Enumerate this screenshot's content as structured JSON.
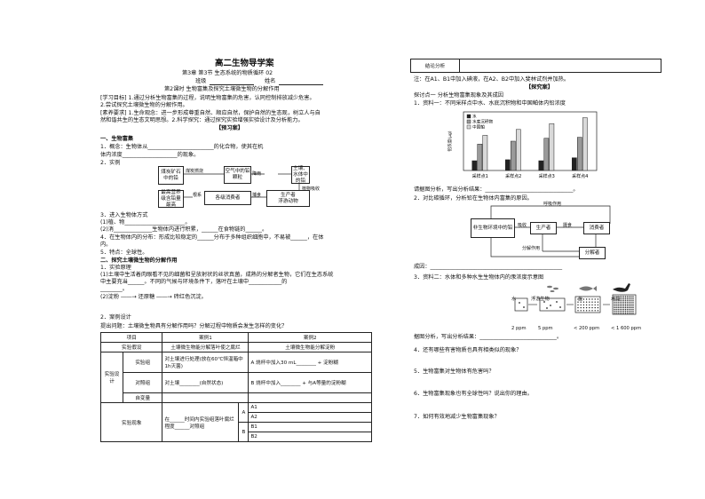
{
  "header": {
    "title": "高二生物导学案",
    "chapter": "第3章 第3节 生态系统的物质循环 02",
    "class_label": "班级",
    "name_label": "姓名",
    "lesson": "第2课时 生物富集及探究土壤微生物的分解作用"
  },
  "goals": [
    "[学习目标] 1.通过分析生物富集的过程，说明生物富集的危害，认同控制排放减少危害。",
    "2.尝试探究土壤微生物的分解作用。",
    "[素养要求] 1.生命观念：进一步形成尊重自然、顺应自然，保护自然的生态观，树立人与自",
    "然和谐共生的生态文明思想。2.科学探究：通过探究实验增强实验设计及分析能力。",
    "【预习案】"
  ],
  "left": {
    "s1": "一、生物富集",
    "q1a": "1．概念：生物体从________________________的化合物，使其在机",
    "q1b": "体内浓度____________________的现象。",
    "q2": "2．实例",
    "flow": [
      "煤炭燃烧",
      "空气中的铅颗粒",
      "降雨",
      "土壤、水体中的铅",
      "植物吸收",
      "生产者",
      "浮游动物",
      "根系",
      "各级消费者",
      "最高营养级含铅量最高",
      "捕食"
    ],
    "q3": "3．进入生物体方式",
    "q3a": "(1)植、物______________________。",
    "q3b": "(2)消______________生物体内进行积累，______在食物链的______。",
    "q4": "4．在生物体内的分布：形成比较稳定的______分布于多种组织细胞中，不易被______，在体",
    "q4b": "内。",
    "q5": "5．特点：全球性。",
    "s2": "二、探究土壤微生物的分解作用",
    "s2a": "1．实验原理",
    "s2b": "(1)土壤中生活着肉眼看不见的细菌和呈放射状的丝状真菌，成熟的分解者生物，它们在生态系统",
    "s2c": "中主要充当______。不同的气候与环境条件下，落叶在土壤中____________的",
    "s2d": "________。",
    "s2e": "(2)淀粉 ――→ 还原糖 ――→ 砖红色沉淀。",
    "s2f": "2．案例设计",
    "s2g": "提出问题：土壤微生物具有分解作用吗？分解过程中物质会发生怎样的变化？",
    "table": {
      "h": [
        "项目",
        "案例1",
        "案例2"
      ],
      "r1": [
        "实验假设",
        "土壤微生物能分解落叶使之腐烂",
        "土壤微生物能分解淀粉"
      ],
      "r2a": "实验组",
      "r2b": "对土壤进行处理(放在60℃恒温箱中1h灭菌)",
      "r2c": "A 烧杯中加入30 mL________ + 淀粉糊",
      "r3a": "对照组",
      "r3b": "对土壤________(自然状态)",
      "r3c": "B 烧杯中加入________ + 与A等量的淀粉糊",
      "r4a": "自变量",
      "r5a": "实验现象",
      "r5b": "在______时间内实验组落叶腐烂程度______对照组",
      "sub": [
        "A",
        "A1",
        "A2",
        "B",
        "B1",
        "B2"
      ],
      "design": "实验设计"
    }
  },
  "right": {
    "conclusion": "结论分析",
    "note": "注：在A1、B1中加入碘液，在A2、B2中加入斐林试剂并加热。",
    "explore": "【探究案】",
    "t1": "探讨点一  分析生物富集现象及其成因",
    "r1": "1．资料一：不同采样点中水、水底沉积物和中国鲌体内铅浓度",
    "chart_data": {
      "type": "bar",
      "legend": [
        "水",
        "水底沉积物",
        "中国鲌"
      ],
      "categories": [
        "采样点1",
        "采样点2",
        "采样点3",
        "采样点4"
      ],
      "series": [
        {
          "name": "水",
          "values": [
            1.0,
            1.1,
            1.0,
            1.3
          ]
        },
        {
          "name": "水底沉积物",
          "values": [
            2.7,
            3.0,
            3.3,
            3.4
          ]
        },
        {
          "name": "中国鲌",
          "values": [
            3.6,
            4.2,
            4.8,
            5.4
          ]
        }
      ],
      "ylabel": "铅浓度(μg)",
      "ylim": [
        0,
        6
      ]
    },
    "r2": "请据图分析，写出分析结果：________________________________。",
    "r3": "2．对比碳循环，分析铅在生物体内富集的原因。",
    "diag": {
      "top": "呼吸作用",
      "src": "非生物环境中的铅",
      "a": "吸收",
      "p": "生产者",
      "b": "摄食",
      "c": "消费者",
      "d": "分解作用",
      "e": "分解者"
    },
    "r4": "成因：________________________________________________",
    "r5": "3．资料二：水体和多种水生生物体内的汞浓度示意图",
    "conc": [
      "水",
      "浮游生物",
      "鱼",
      "水鸟",
      "2 ppm",
      "5 ppm",
      "< 200 ppm",
      "< 1 600 ppm"
    ],
    "r6": "据图分析，写出分析结果：____________________________。",
    "q4": "4．还有哪些有害物质也具有相类似的现象？",
    "q5": "5．生物富集对生物体有危害吗？",
    "q6": "6．生物富集现象也有全球性吗？说出你的理由。",
    "q7": "7．如何有效地减少生物富集现象？"
  }
}
